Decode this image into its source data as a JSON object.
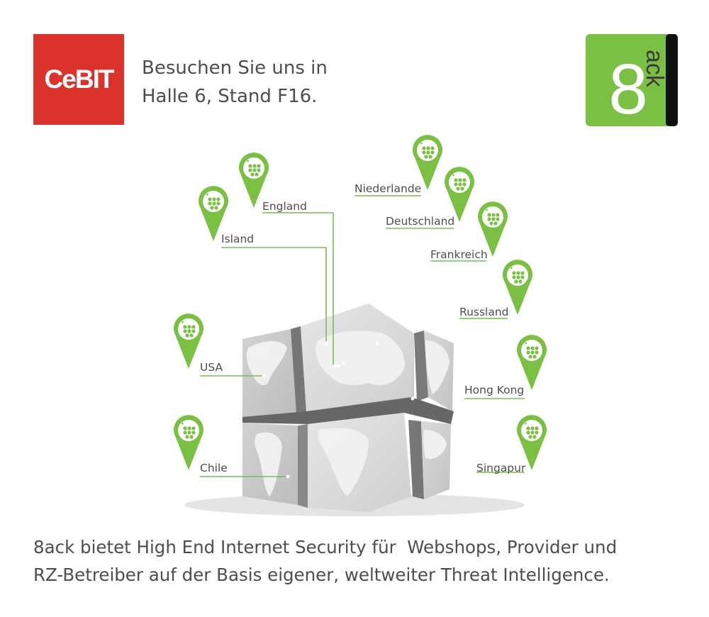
{
  "header": {
    "cebit_logo": "CeBIT",
    "visit_line1": "Besuchen Sie uns in",
    "visit_line2": "Halle 6, Stand F16.",
    "brand_logo_digit": "8",
    "brand_logo_text": "ack"
  },
  "locations": [
    {
      "key": "island",
      "label": "Island"
    },
    {
      "key": "england",
      "label": "England"
    },
    {
      "key": "niederlande",
      "label": "Niederlande"
    },
    {
      "key": "deutschland",
      "label": "Deutschland"
    },
    {
      "key": "frankreich",
      "label": "Frankreich"
    },
    {
      "key": "russland",
      "label": "Russland"
    },
    {
      "key": "usa",
      "label": "USA"
    },
    {
      "key": "hongkong",
      "label": "Hong Kong"
    },
    {
      "key": "chile",
      "label": "Chile"
    },
    {
      "key": "singapur",
      "label": "Singapur"
    }
  ],
  "footer": {
    "line1": "8ack bietet High End Internet Security für  Webshops, Provider und",
    "line2": "RZ-Betreiber auf der Basis eigener, weltweiter Threat Intelligence."
  },
  "colors": {
    "cebit_red": "#dc322c",
    "brand_green": "#7ac143",
    "line_green": "#78c04a",
    "cube_gray": "#cfcfcf"
  },
  "icons": [
    "location-pin-icon",
    "server-cluster-icon"
  ]
}
